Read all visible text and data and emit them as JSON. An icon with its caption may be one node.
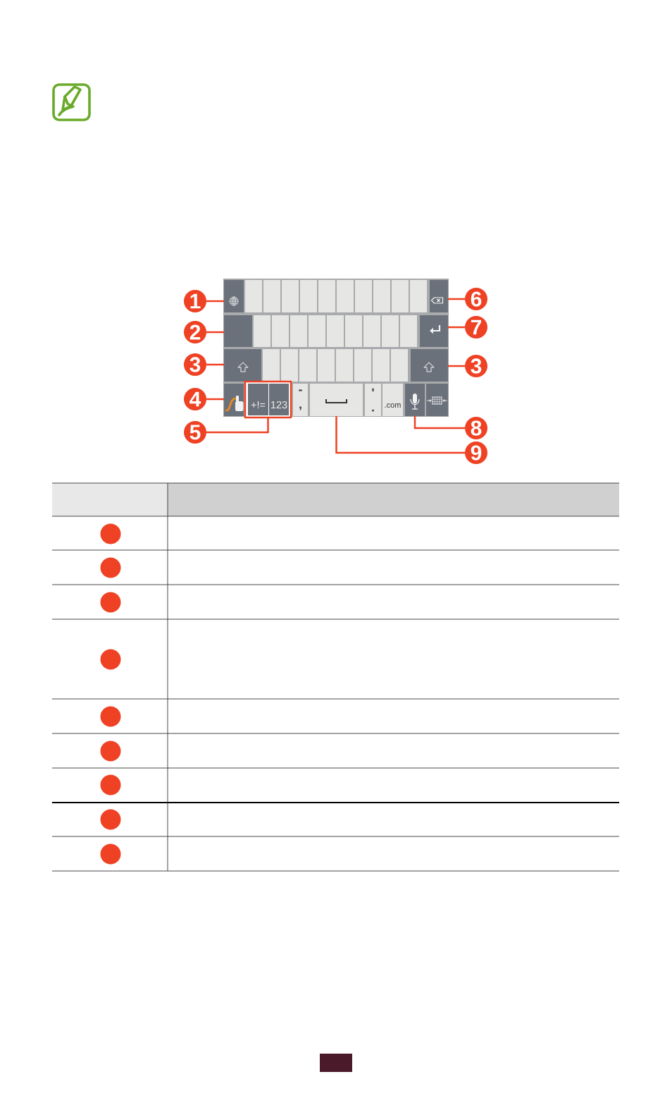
{
  "diagram": {
    "nodes": [
      {
        "text": [
          "1"
        ]
      },
      {
        "text": [],
        "shape": "box"
      },
      {
        "text": [],
        "shape": "box"
      },
      {
        "text": [],
        "shape": "box"
      },
      {
        "text": [],
        "shape": "box"
      },
      {
        "text": [],
        "shape": "box"
      },
      {
        "text": [],
        "shape": "box"
      },
      {
        "text": [],
        "shape": "box"
      },
      {
        "text": [],
        "shape": "box"
      },
      {
        "text": [],
        "shape": "box"
      },
      {
        "text": [],
        "shape": "box"
      },
      {
        "text": [],
        "shape": "box"
      },
      {
        "text": [],
        "shape": "box"
      },
      {
        "text": [
          "6"
        ]
      },
      {
        "text": [
          "2"
        ]
      },
      {
        "text": [],
        "shape": "box"
      },
      {
        "text": [],
        "shape": "box"
      },
      {
        "text": [],
        "shape": "box"
      },
      {
        "text": [],
        "shape": "box"
      },
      {
        "text": [],
        "shape": "box"
      },
      {
        "text": [],
        "shape": "box"
      },
      {
        "text": [],
        "shape": "box"
      },
      {
        "text": [],
        "shape": "box"
      },
      {
        "text": [],
        "shape": "box"
      },
      {
        "text": [],
        "shape": "box"
      },
      {
        "text": [],
        "shape": "box"
      },
      {
        "text": [
          "7"
        ]
      },
      {
        "text": [
          "3"
        ]
      },
      {
        "text": [],
        "shape": "box"
      },
      {
        "text": [],
        "shape": "box"
      },
      {
        "text": [],
        "shape": "box"
      },
      {
        "text": [],
        "shape": "box"
      },
      {
        "text": [],
        "shape": "box"
      },
      {
        "text": [],
        "shape": "box"
      },
      {
        "text": [],
        "shape": "box"
      },
      {
        "text": [],
        "shape": "box"
      },
      {
        "text": [],
        "shape": "box"
      },
      {
        "text": [],
        "shape": "box"
      },
      {
        "text": [
          "3"
        ]
      },
      {
        "text": [
          "4"
        ]
      },
      {
        "text": [],
        "shape": "box"
      },
      {
        "text": [],
        "shape": "box"
      },
      {
        "text": [
          "+!="
        ],
        "in": 41
      },
      {
        "text": [
          "123"
        ],
        "in": 41
      },
      {
        "text": [
          "-",
          ","
        ]
      },
      {
        "text": [],
        "shape": "box"
      },
      {
        "text": [
          "'",
          "."
        ]
      },
      {
        "text": [
          ".com"
        ]
      },
      {
        "text": [],
        "shape": "box"
      },
      {
        "text": [],
        "shape": "box"
      },
      {
        "text": [
          "5"
        ]
      },
      {
        "text": [
          "8"
        ]
      },
      {
        "text": [
          "9"
        ]
      },
      {
        "text": [],
        "shape": "circle"
      },
      {
        "text": [],
        "shape": "circle"
      },
      {
        "text": [],
        "shape": "circle"
      },
      {
        "text": [],
        "shape": "circle"
      },
      {
        "text": [],
        "shape": "circle"
      },
      {
        "text": [],
        "shape": "circle"
      },
      {
        "text": [],
        "shape": "circle"
      },
      {
        "text": [],
        "shape": "circle"
      },
      {
        "text": [],
        "shape": "circle"
      }
    ],
    "edges": [
      {
        "from": 0,
        "to": 1,
        "arrow": "none"
      },
      {
        "from": 13,
        "to": 12,
        "arrow": "none"
      },
      {
        "from": 14,
        "to": 15,
        "arrow": "none"
      },
      {
        "from": 26,
        "to": 25,
        "arrow": "none"
      },
      {
        "from": 27,
        "to": 28,
        "arrow": "none"
      },
      {
        "from": 38,
        "to": 37,
        "arrow": "none"
      },
      {
        "from": 39,
        "to": 40,
        "arrow": "none"
      },
      {
        "from": 50,
        "to": 41,
        "arrow": "none"
      },
      {
        "from": 51,
        "to": 48,
        "arrow": "none"
      },
      {
        "from": 52,
        "to": 45,
        "arrow": "none"
      }
    ]
  }
}
